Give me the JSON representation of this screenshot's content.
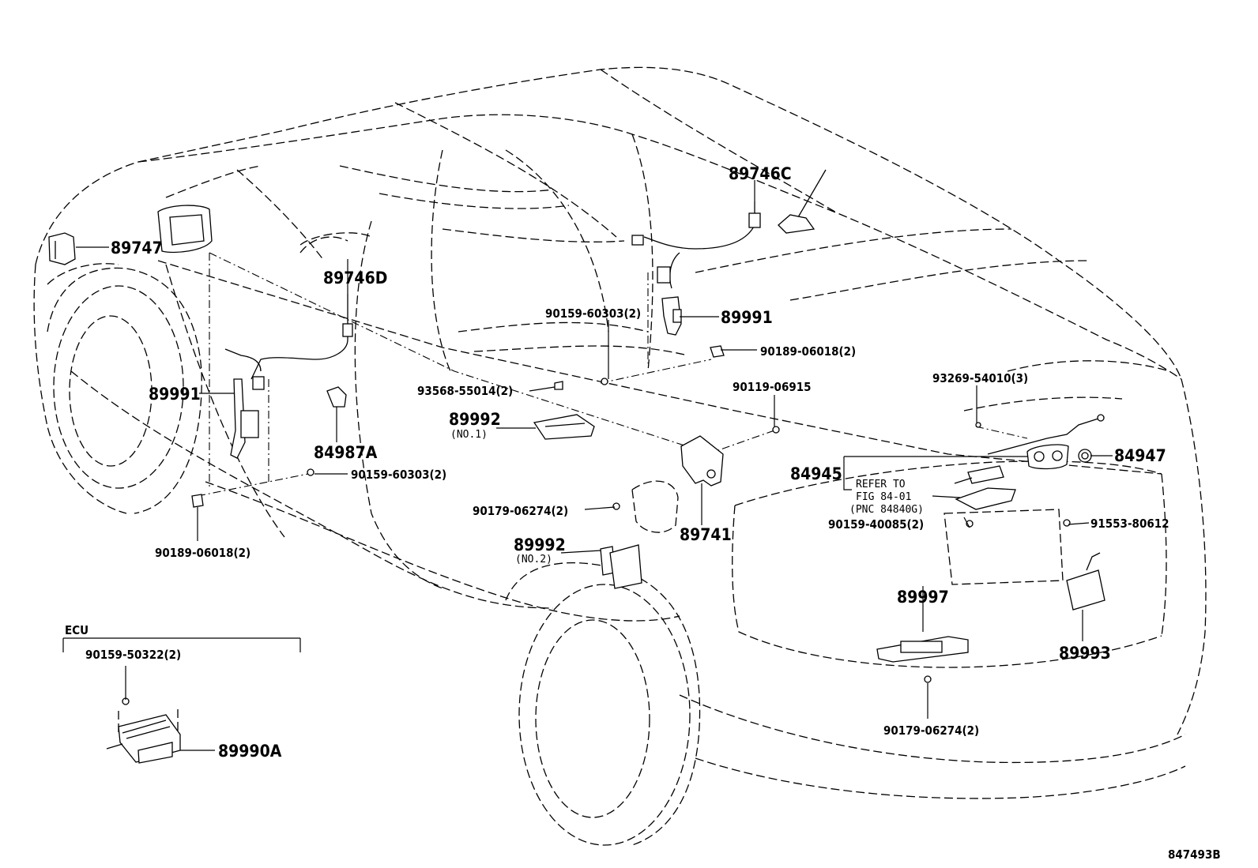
{
  "diagram_code": "847493B",
  "ecu_section_label": "ECU",
  "labels": {
    "p89747": "89747",
    "p89746D": "89746D",
    "p89746C": "89746C",
    "p89991_right": "89991",
    "p89991_left": "89991",
    "p90159_60303_a": "90159-60303(2)",
    "p90189_06018_a": "90189-06018(2)",
    "p90119_06915": "90119-06915",
    "p93268_55014": "93568-55014(2)",
    "p89992_no1": "89992",
    "p89992_no1_sub": "(NO.1)",
    "p84987A": "84987A",
    "p90159_60303_b": "90159-60303(2)",
    "p90189_06018_b": "90189-06018(2)",
    "p90179_06274_a": "90179-06274(2)",
    "p89992_no2": "89992",
    "p89992_no2_sub": "(NO.2)",
    "p89741": "89741",
    "p93269_54010": "93269-54010(3)",
    "p84945": "84945",
    "refer_line1": "REFER TO",
    "refer_line2": "FIG 84-01",
    "refer_line3": "(PNC 84840G)",
    "p84947": "84947",
    "p90159_40085": "90159-40085(2)",
    "p91553_80612": "91553-80612",
    "p89997": "89997",
    "p89993": "89993",
    "p90179_06274_b": "90179-06274(2)",
    "p90159_50322": "90159-50322(2)",
    "p89990A": "89990A"
  }
}
